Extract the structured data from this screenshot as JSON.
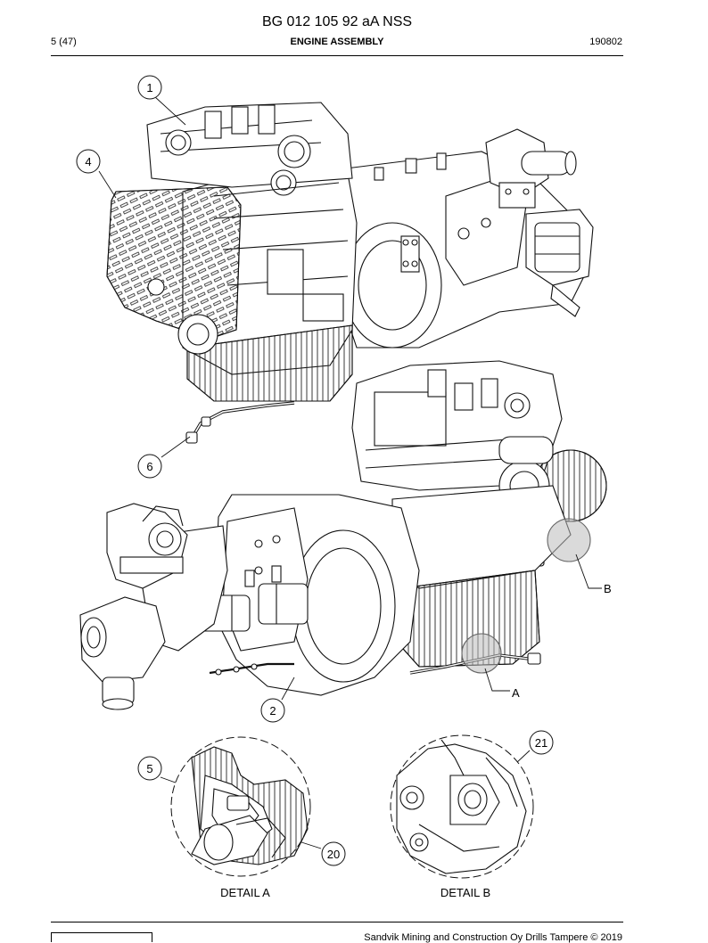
{
  "header": {
    "doc_title": "BG 012 105 92 aA NSS",
    "page": "5 (47)",
    "section": "ENGINE ASSEMBLY",
    "date": "190802"
  },
  "callouts": {
    "c1": "1",
    "c4": "4",
    "c6": "6",
    "c2": "2",
    "cA": "A",
    "cB": "B",
    "c5": "5",
    "c20": "20",
    "c21": "21"
  },
  "details": {
    "a_label": "DETAIL A",
    "b_label": "DETAIL B"
  },
  "footer": {
    "copyright": "Sandvik Mining and Construction Oy Drills Tampere © 2019"
  }
}
